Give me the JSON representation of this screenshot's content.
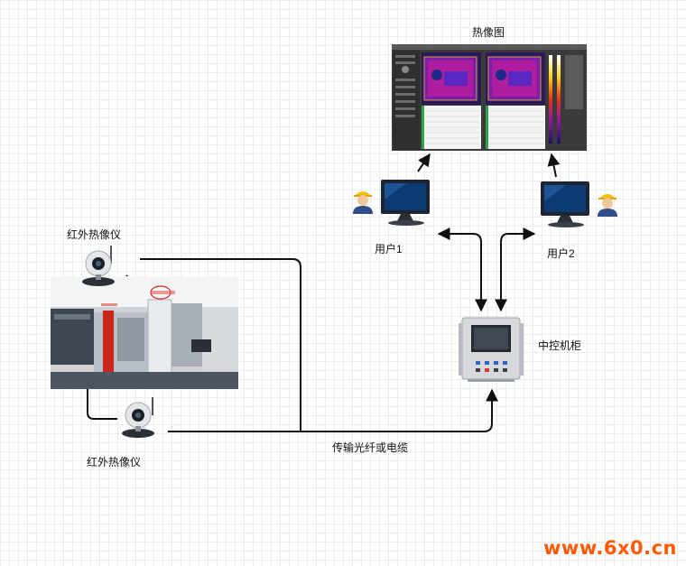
{
  "labels": {
    "thermal_image": "热像图",
    "user1": "用户1",
    "user2": "用户2",
    "control_cabinet": "中控机柜",
    "camera_top": "红外热像仪",
    "camera_bottom": "红外热像仪",
    "link": "传输光纤或电缆"
  },
  "watermark": "www.6x0.cn",
  "colors": {
    "line": "#111111",
    "watermark": "#ff5a00",
    "heat_purple": "#7a1fa8",
    "heat_magenta": "#c21d9c"
  }
}
